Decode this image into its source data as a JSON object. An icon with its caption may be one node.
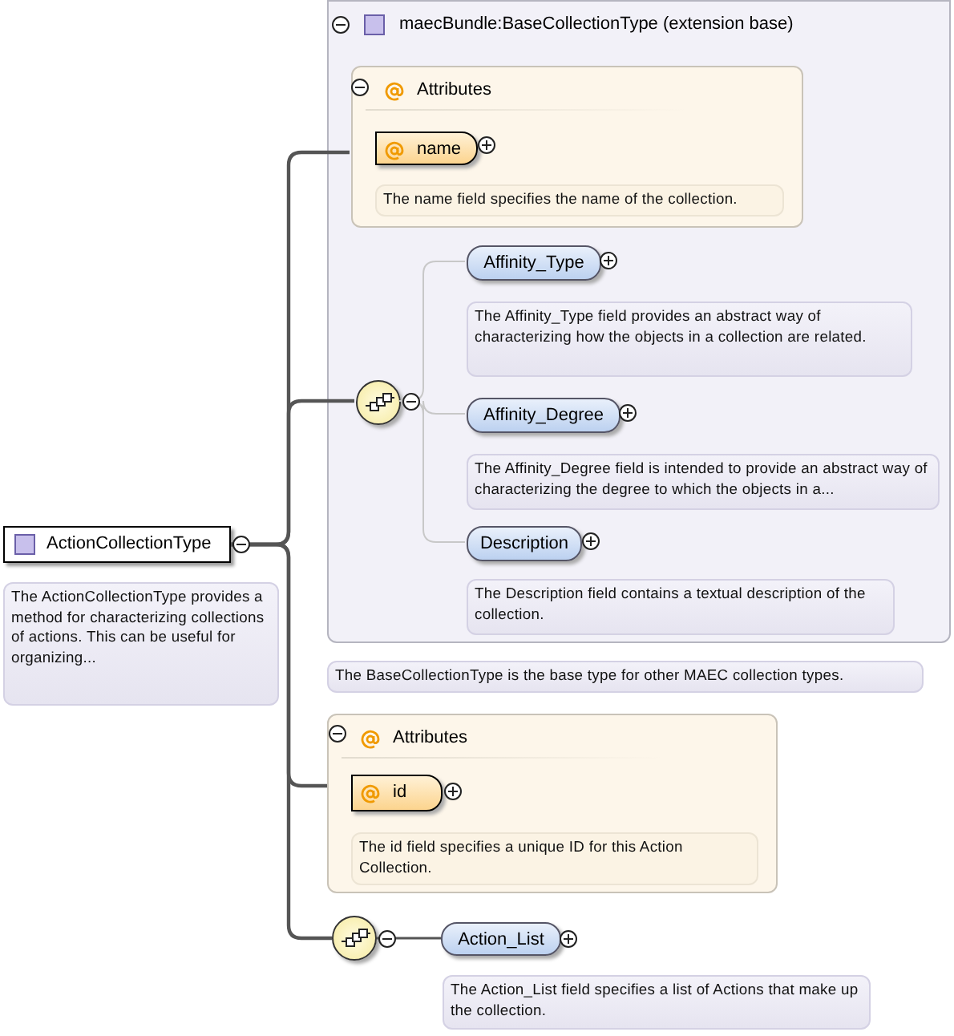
{
  "diagram": {
    "nodes": [
      {
        "text": [
          "ActionCollectionType"
        ],
        "beside": [
          "The ActionCollectionType provides a method for characterizing collections of actions. This can be useful for organizing..."
        ]
      },
      {
        "text": [
          "maecBundle:BaseCollectionType (extension base)"
        ],
        "beside": [
          "The BaseCollectionType is the base type for other MAEC collection types."
        ]
      },
      {
        "text": [
          "Attributes"
        ],
        "in": 1
      },
      {
        "text": [
          "name"
        ],
        "in": 2,
        "beside": [
          "The name field specifies the name of the collection."
        ]
      },
      {
        "text": [],
        "shape": "circle",
        "in": 1
      },
      {
        "text": [
          "Affinity_Type"
        ],
        "in": 1,
        "beside": [
          "The Affinity_Type field provides an abstract way of characterizing how the objects in a collection are related."
        ]
      },
      {
        "text": [
          "Affinity_Degree"
        ],
        "in": 1,
        "beside": [
          "The Affinity_Degree field is intended to provide an abstract way of characterizing the degree to which the objects in a..."
        ]
      },
      {
        "text": [
          "Description"
        ],
        "in": 1,
        "beside": [
          "The Description field contains a textual description of the collection."
        ]
      },
      {
        "text": [
          "Attributes"
        ]
      },
      {
        "text": [
          "id"
        ],
        "in": 8,
        "beside": [
          "The id field specifies a unique ID for this Action Collection."
        ]
      },
      {
        "text": [],
        "shape": "circle"
      },
      {
        "text": [
          "Action_List"
        ],
        "beside": [
          "The Action_List field specifies a list of Actions that make up the collection."
        ]
      }
    ],
    "edges": [
      {
        "from": 0,
        "to": 2,
        "arrow": "none"
      },
      {
        "from": 0,
        "to": 4,
        "arrow": "none"
      },
      {
        "from": 0,
        "to": 8,
        "arrow": "none"
      },
      {
        "from": 0,
        "to": 10,
        "arrow": "none"
      },
      {
        "from": 4,
        "to": 5,
        "arrow": "none",
        "color": "#c8c8c8"
      },
      {
        "from": 4,
        "to": 6,
        "arrow": "none",
        "color": "#c8c8c8"
      },
      {
        "from": 4,
        "to": 7,
        "arrow": "none",
        "color": "#c8c8c8"
      },
      {
        "from": 10,
        "to": 11,
        "arrow": "none"
      }
    ]
  }
}
